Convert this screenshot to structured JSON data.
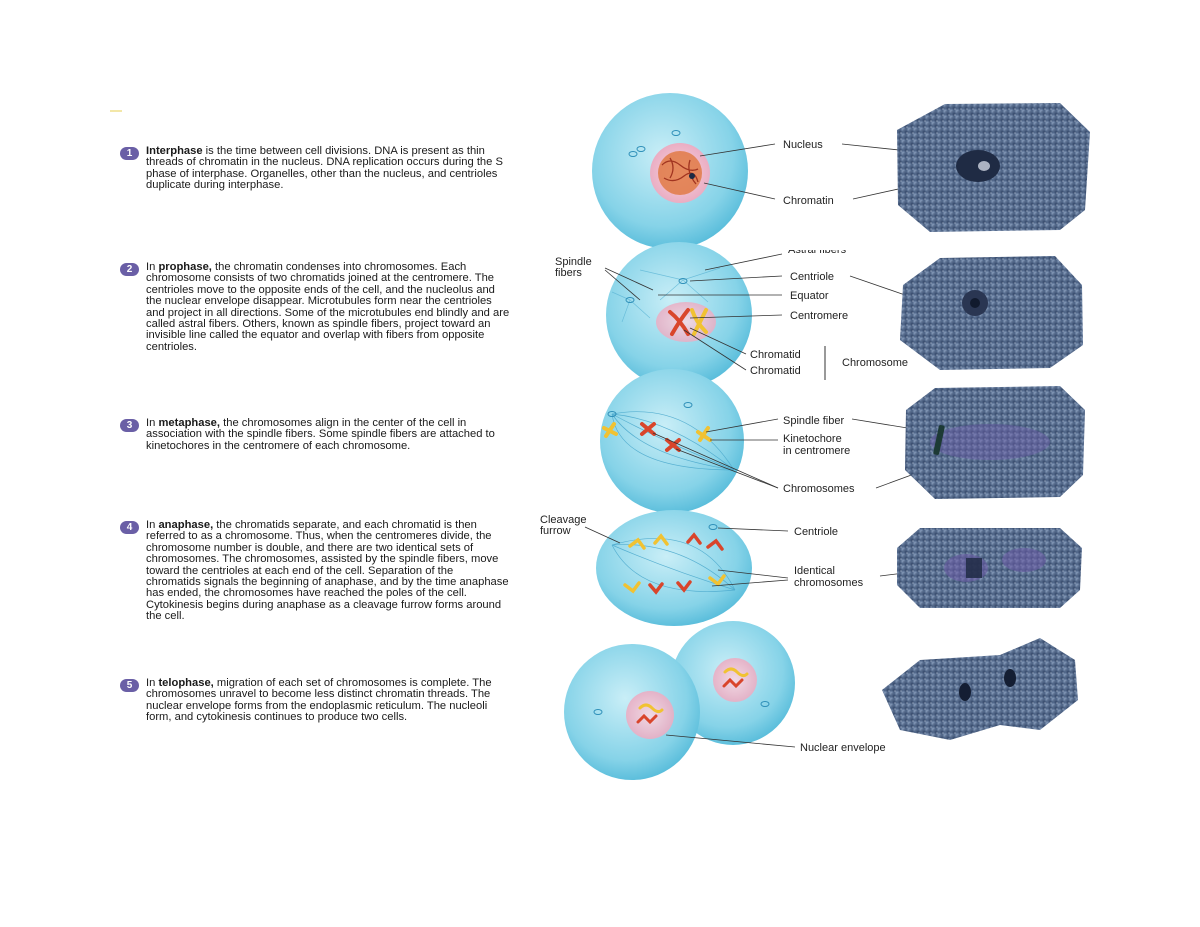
{
  "steps": [
    {
      "num": "1",
      "term": "Interphase",
      "before": "",
      "after": " is the time between cell divisions. DNA is present as thin threads of chromatin in the nucleus. DNA replication occurs during the S phase of interphase. Organelles, other than the nucleus, and centrioles duplicate during interphase."
    },
    {
      "num": "2",
      "term": "prophase,",
      "before": "In ",
      "after": " the chromatin condenses into chromosomes. Each chromosome consists of two chromatids joined at the centromere. The centrioles move to the opposite ends of the cell, and the nucleolus and the nuclear envelope disappear. Microtubules form near the centrioles and project in all directions. Some of the microtubules end blindly and are called astral fibers. Others, known as spindle fibers, project toward an invisible line called the equator and overlap with fibers from opposite centrioles."
    },
    {
      "num": "3",
      "term": "metaphase,",
      "before": "In ",
      "after": " the chromosomes align in the center of the cell in association with the spindle fibers. Some spindle fibers are attached to kinetochores in the centromere of each chromosome."
    },
    {
      "num": "4",
      "term": "anaphase,",
      "before": "In ",
      "after": " the chromatids separate, and each chromatid is then referred to as a chromosome. Thus, when the centromeres divide, the chromosome number is double, and there are two identical sets of chromosomes. The chromosomes, assisted by the spindle fibers, move toward the centrioles at each end of the cell. Separation of the chromatids signals the beginning of anaphase, and by the time anaphase has ended, the chromosomes have reached the poles of the cell. Cytokinesis begins during anaphase as a cleavage furrow forms around the cell."
    },
    {
      "num": "5",
      "term": "telophase,",
      "before": "In ",
      "after": " migration of each set of chromosomes is complete. The chromosomes unravel to become less distinct chromatin threads. The nuclear envelope forms from the endoplasmic reticulum. The nucleoli form, and cytokinesis continues to produce two cells."
    }
  ],
  "labels": {
    "nucleus": "Nucleus",
    "chromatin": "Chromatin",
    "spindle_fibers_1": "Spindle",
    "spindle_fibers_2": "fibers",
    "astral_fibers": "Astral fibers",
    "centriole": "Centriole",
    "equator": "Equator",
    "centromere": "Centromere",
    "chromatid_1": "Chromatid",
    "chromatid_2": "Chromatid",
    "chromosome": "Chromosome",
    "spindle_fiber": "Spindle fiber",
    "kinetochore_1": "Kinetochore",
    "kinetochore_2": "in centromere",
    "chromosomes": "Chromosomes",
    "cleavage_1": "Cleavage",
    "cleavage_2": "furrow",
    "centriole_4": "Centriole",
    "identical_1": "Identical",
    "identical_2": "chromosomes",
    "nuclear_envelope": "Nuclear envelope"
  },
  "colors": {
    "cell_fill": "#7fd0e6",
    "cell_rim": "#4fb8d8",
    "nucleus_fill": "#f3c9d6",
    "chromosome_red": "#d9452b",
    "chromosome_yellow": "#f1c232",
    "micrograph": "#4d6383",
    "badge": "#6a5fa6"
  }
}
